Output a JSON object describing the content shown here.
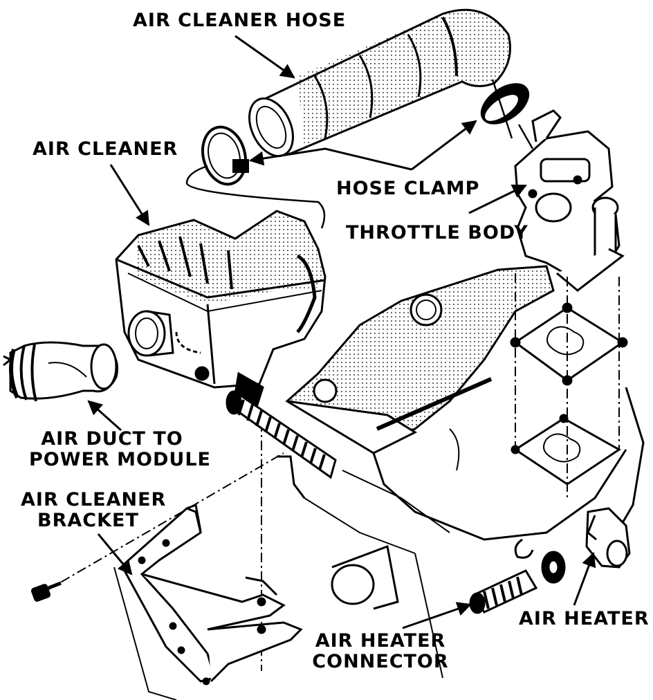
{
  "labels": {
    "air_cleaner_hose": "AIR CLEANER HOSE",
    "air_cleaner": "AIR CLEANER",
    "hose_clamp": "HOSE CLAMP",
    "throttle_body": "THROTTLE BODY",
    "air_duct_line1": "AIR DUCT TO",
    "air_duct_line2": "POWER MODULE",
    "bracket_line1": "AIR CLEANER",
    "bracket_line2": "BRACKET",
    "air_heater": "AIR HEATER",
    "heater_conn_line1": "AIR HEATER",
    "heater_conn_line2": "CONNECTOR"
  },
  "colors": {
    "ink": "#000000",
    "paper": "#ffffff",
    "shade": "#d9d9d9"
  }
}
